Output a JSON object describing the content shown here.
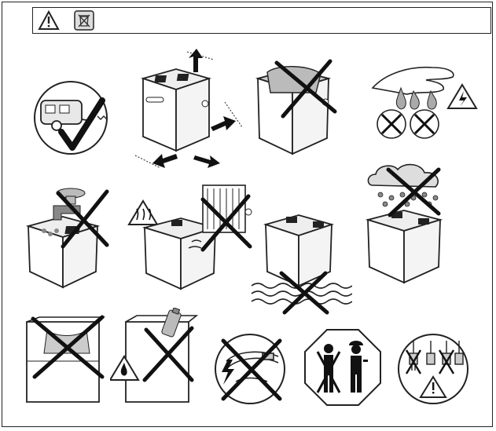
{
  "header": {
    "icons": [
      "warning-triangle-icon",
      "recycling-bin-icon"
    ]
  },
  "rows": [
    {
      "items": [
        {
          "name": "caravan-ok-pictogram",
          "icons": [
            "caravan-icon",
            "checkmark-icon"
          ]
        },
        {
          "name": "ventilation-clearance-pictogram",
          "icons": [
            "cooler-box-icon",
            "arrow-icon"
          ]
        },
        {
          "name": "no-cover-pictogram",
          "icons": [
            "cooler-box-icon",
            "cross-icon"
          ]
        },
        {
          "name": "wet-hands-pictogram",
          "icons": [
            "hand-icon",
            "water-drop-icon",
            "electric-shock-icon"
          ]
        }
      ]
    },
    {
      "items": [
        {
          "name": "no-water-spray-pictogram",
          "icons": [
            "faucet-icon",
            "cross-icon"
          ]
        },
        {
          "name": "no-heat-source-pictogram",
          "icons": [
            "hot-surface-icon",
            "radiator-icon",
            "cross-icon"
          ]
        },
        {
          "name": "no-immersion-pictogram",
          "icons": [
            "water-waves-icon",
            "cross-icon"
          ]
        },
        {
          "name": "no-rain-pictogram",
          "icons": [
            "rain-cloud-icon",
            "cross-icon"
          ]
        }
      ]
    },
    {
      "items": [
        {
          "name": "no-liquid-in-box-pictogram",
          "icons": [
            "cross-icon"
          ]
        },
        {
          "name": "no-flammable-pictogram",
          "icons": [
            "spray-can-icon",
            "fire-warning-icon",
            "cross-icon"
          ]
        },
        {
          "name": "no-damaged-cable-pictogram",
          "icons": [
            "cable-icon",
            "lightning-icon",
            "cross-icon"
          ]
        },
        {
          "name": "qualified-person-pictogram",
          "icons": [
            "person-icon",
            "technician-icon"
          ]
        },
        {
          "name": "no-plug-pull-pictogram",
          "icons": [
            "plug-icon",
            "warning-triangle-icon"
          ]
        }
      ]
    }
  ]
}
